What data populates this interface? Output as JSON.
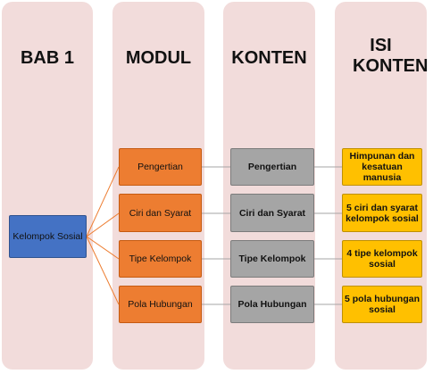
{
  "columns": [
    {
      "header": "BAB 1"
    },
    {
      "header": "MODUL"
    },
    {
      "header": "KONTEN"
    },
    {
      "header": "ISI KONTEN"
    }
  ],
  "root": {
    "label": "Kelompok Sosial"
  },
  "rows": [
    {
      "modul": "Pengertian",
      "konten": "Pengertian",
      "isi": "Himpunan dan kesatuan manusia"
    },
    {
      "modul": "Ciri dan Syarat",
      "konten": "Ciri dan Syarat",
      "isi": "5 ciri dan syarat kelompok sosial"
    },
    {
      "modul": "Tipe Kelompok",
      "konten": "Tipe Kelompok",
      "isi": "4 tipe kelompok sosial"
    },
    {
      "modul": "Pola Hubungan",
      "konten": "Pola Hubungan",
      "isi": "5 pola hubungan sosial"
    }
  ],
  "colors": {
    "column_bg": "#f2dcdb",
    "root": "#4472c4",
    "modul": "#ed7d31",
    "konten": "#a5a5a5",
    "isi": "#ffc000",
    "connector_modul": "#ed7d31",
    "connector_konten": "#a5a5a5"
  }
}
